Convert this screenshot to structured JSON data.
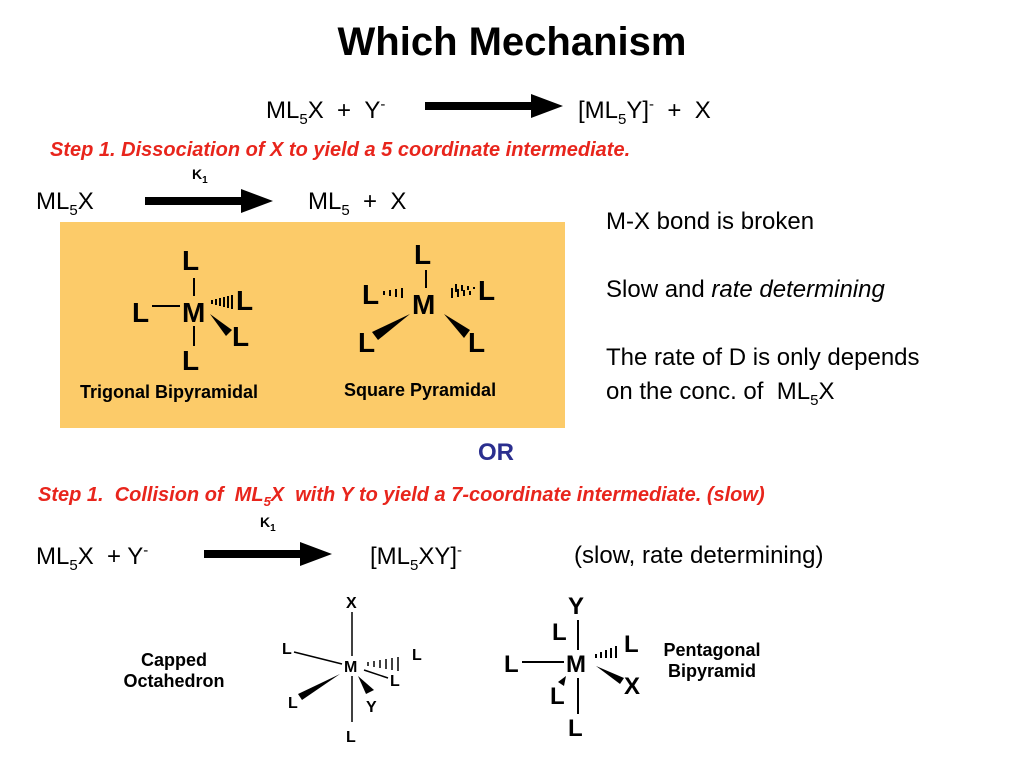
{
  "title": "Which Mechanism",
  "overall": {
    "left": "ML5X + Y-",
    "right": "[ML5Y]- + X"
  },
  "step1_dissociation": "Step 1.  Dissociation of X to yield a 5 coordinate intermediate.",
  "k1": "K1",
  "reaction1": {
    "left": "ML5X",
    "right": "ML5 + X"
  },
  "notes": {
    "line1": "M-X bond is broken",
    "line2_plain": "Slow and ",
    "line2_italic": "rate determining",
    "line3": "The rate of D is only depends",
    "line4": "on the conc. of  ML5X"
  },
  "structures_top": {
    "tbp_label": "Trigonal Bipyramidal",
    "sqp_label": "Square Pyramidal"
  },
  "or_label": "OR",
  "step1_collision": "Step 1.  Collision of  ML5X  with Y to yield a 7-coordinate intermediate. (slow)",
  "reaction2": {
    "left": "ML5X + Y-",
    "right": "[ML5XY]-",
    "note": "(slow, rate determining)"
  },
  "structures_bottom": {
    "capped_label_1": "Capped",
    "capped_label_2": "Octahedron",
    "pbp_label_1": "Pentagonal",
    "pbp_label_2": "Bipyramid"
  },
  "atoms": {
    "metal": "M",
    "ligand": "L",
    "x": "X",
    "y": "Y"
  },
  "colors": {
    "red_text": "#e8251c",
    "panel": "#fccb69",
    "or_text": "#2b2f8f"
  }
}
